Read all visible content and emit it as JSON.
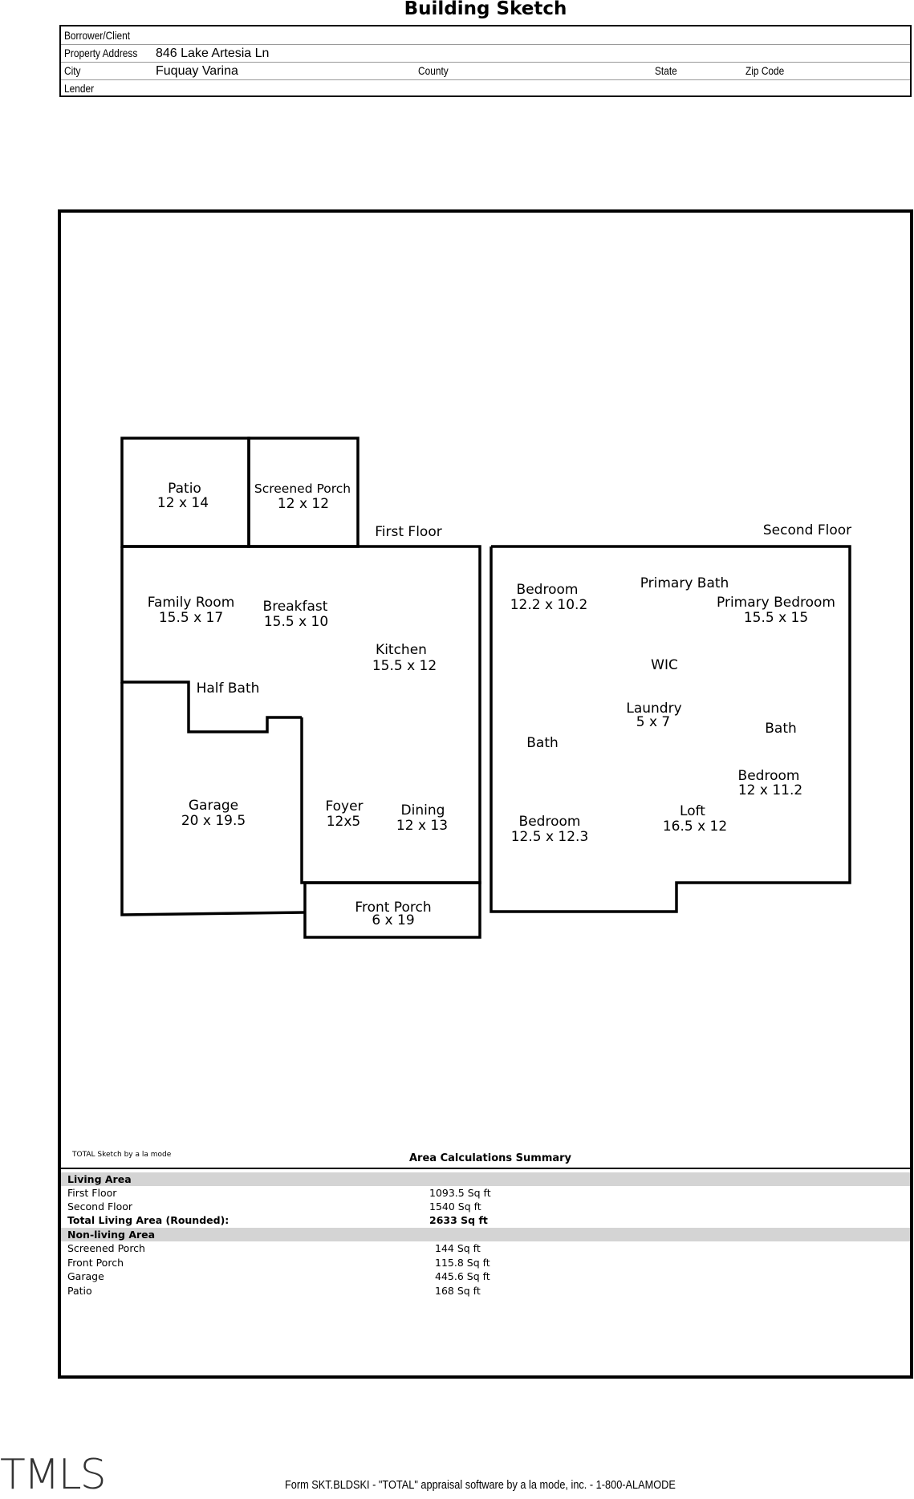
{
  "header": {
    "title": "Building Sketch",
    "borrower_label": "Borrower/Client",
    "borrower_value": "",
    "address_label": "Property Address",
    "address_value": "846 Lake Artesia Ln",
    "city_label": "City",
    "city_value": "Fuquay Varina",
    "county_label": "County",
    "state_label": "State",
    "zip_label": "Zip Code",
    "lender_label": "Lender"
  },
  "plan": {
    "first_floor_label": "First Floor",
    "second_floor_label": "Second Floor",
    "rooms": {
      "patio": {
        "name": "Patio",
        "dims": "12 x 14"
      },
      "screened_porch": {
        "name": "Screened Porch",
        "dims": "12 x 12"
      },
      "family_room": {
        "name": "Family Room",
        "dims": "15.5 x 17"
      },
      "breakfast": {
        "name": "Breakfast",
        "dims": "15.5 x 10"
      },
      "kitchen": {
        "name": "Kitchen",
        "dims": "15.5 x 12"
      },
      "half_bath": {
        "name": "Half Bath"
      },
      "garage": {
        "name": "Garage",
        "dims": "20 x 19.5"
      },
      "foyer": {
        "name": "Foyer",
        "dims": "12x5"
      },
      "dining": {
        "name": "Dining",
        "dims": "12 x 13"
      },
      "front_porch": {
        "name": "Front Porch",
        "dims": "6 x 19"
      },
      "bedroom_a": {
        "name": "Bedroom",
        "dims": "12.2 x 10.2"
      },
      "primary_bath": {
        "name": "Primary Bath"
      },
      "primary_bedroom": {
        "name": "Primary Bedroom",
        "dims": "15.5 x 15"
      },
      "wic": {
        "name": "WIC"
      },
      "laundry": {
        "name": "Laundry",
        "dims": "5 x 7"
      },
      "bath_a": {
        "name": "Bath"
      },
      "bath_b": {
        "name": "Bath"
      },
      "bedroom_b": {
        "name": "Bedroom",
        "dims": "12 x 11.2"
      },
      "bedroom_c": {
        "name": "Bedroom",
        "dims": "12.5 x 12.3"
      },
      "loft": {
        "name": "Loft",
        "dims": "16.5 x 12"
      }
    }
  },
  "summary": {
    "software_label": "TOTAL Sketch by a la mode",
    "title": "Area Calculations Summary",
    "living_heading": "Living Area",
    "living_rows": [
      {
        "label": "First Floor",
        "value": "1093.5 Sq ft"
      },
      {
        "label": "Second Floor",
        "value": "1540 Sq ft"
      }
    ],
    "total_label": "Total Living Area (Rounded):",
    "total_value": "2633 Sq ft",
    "nonliving_heading": "Non-living Area",
    "nonliving_rows": [
      {
        "label": "Screened Porch",
        "value": "144 Sq ft"
      },
      {
        "label": "Front Porch",
        "value": "115.8 Sq ft"
      },
      {
        "label": "Garage",
        "value": "445.6 Sq ft"
      },
      {
        "label": "Patio",
        "value": "168 Sq ft"
      }
    ]
  },
  "footer": {
    "logo": "TMLS",
    "form_text": "Form SKT.BLDSKI - \"TOTAL\" appraisal software by a la mode, inc. - 1-800-ALAMODE"
  }
}
